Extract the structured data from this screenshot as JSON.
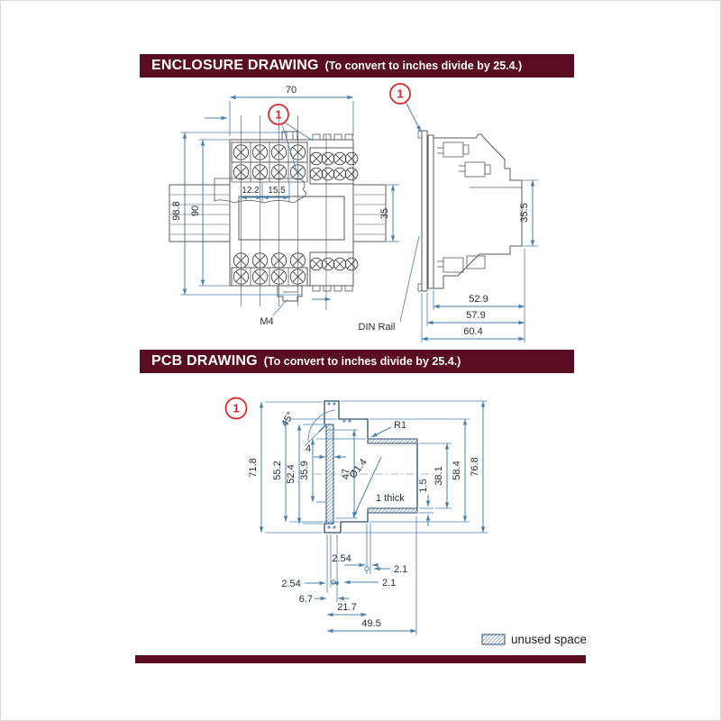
{
  "colors": {
    "header_bg": "#5a0c20",
    "dimension_blue": "#4a80ad",
    "callout_red": "#d92127",
    "outline_gray": "#54585e",
    "pcb_navy": "#2e4e71"
  },
  "enclosure": {
    "title": "ENCLOSURE DRAWING",
    "subtitle": "(To convert to inches divide by 25.4.)",
    "front": {
      "callout": "1",
      "width": "70",
      "height_outer": "98.8",
      "height_inner": "90",
      "pitch_a": "12.2",
      "pitch_b": "15.5",
      "rail_width": "35",
      "screw_label": "M4"
    },
    "side": {
      "callout": "1",
      "rail_height": "35.5",
      "depth_a": "52.9",
      "depth_b": "57.9",
      "depth_c": "60.4",
      "rail_label": "DIN Rail"
    }
  },
  "pcb": {
    "title": "PCB DRAWING",
    "subtitle": "(To convert to inches divide by 25.4.)",
    "callout": "1",
    "dims": {
      "chamfer": "45°",
      "corner_radius": "R1",
      "wall": "4",
      "inner_height": "47",
      "hole_dia": "Ø1.4",
      "thickness": "1 thick",
      "lip": "1.5",
      "opening_height": "38.1",
      "step_height": "58.4",
      "overall_height": "76.8",
      "outer_height": "71.8",
      "h2": "55.2",
      "h3": "52.4",
      "h4": "35.9",
      "pitch_top": "2.54",
      "offset_top": "2.1",
      "pitch_bottom": "2.54",
      "offset_bottom": "2.1",
      "w1": "6.7",
      "w2": "21.7",
      "w3": "49.5"
    }
  },
  "legend": {
    "label": "unused space"
  }
}
